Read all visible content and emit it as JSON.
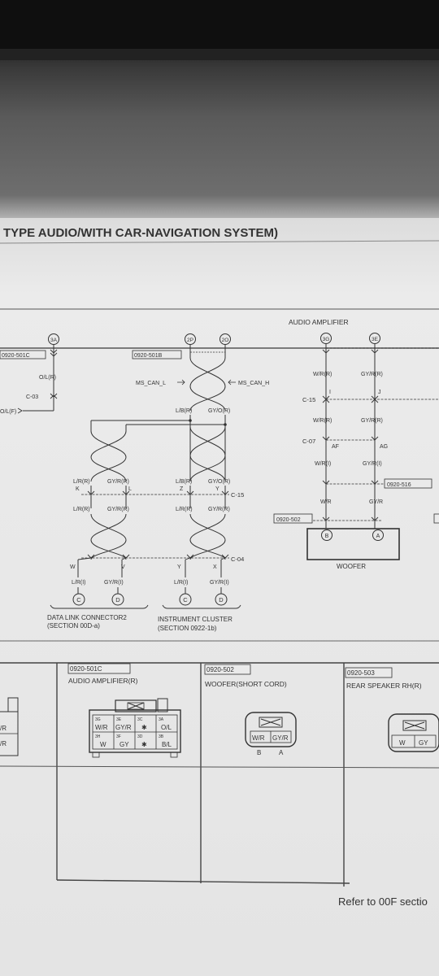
{
  "header": {
    "title": "TYPE AUDIO/WITH CAR-NAVIGATION SYSTEM)"
  },
  "audio_amplifier_title": "AUDIO AMPLIFIER",
  "terminals": {
    "t3a": "3A",
    "t2p": "2P",
    "t2o": "2O",
    "t3g": "3G",
    "t3e": "3E",
    "c": "C",
    "d": "D",
    "c2": "C",
    "d2": "D",
    "b": "B",
    "a": "A"
  },
  "connector_tags": {
    "c0920_501c": "0920-501C",
    "c0920_501b": "0920-501B",
    "c0920_516": "0920-516",
    "c0920_502": "0920-502"
  },
  "wires": {
    "ol_r": "O/L(R)",
    "ol_f": "O/L(F)",
    "c03": "C-03",
    "ms_can_l": "MS_CAN_L",
    "ms_can_h": "MS_CAN_H",
    "lb_r": "L/B(R)",
    "gyo_r": "GY/O(R)",
    "lb_r2": "L/B(R)",
    "gyo_r2": "GY/O(R)",
    "lr_r_a": "L/R(R)",
    "gyr_r_a": "GY/R(R)",
    "lr_r_b": "L/R(R)",
    "gyr_r_b": "GY/R(R)",
    "lr_r_c": "L/R(R)",
    "gyr_r_c": "GY/R(R)",
    "c15": "C-15",
    "c04": "C-04",
    "lr_i_a": "L/R(I)",
    "gyr_i_a": "GY/R(I)",
    "lr_i_b": "L/R(I)",
    "gyr_i_b": "GY/R(I)",
    "wr_r": "W/R(R)",
    "gyr_r_amp": "GY/R(R)",
    "c15b": "C-15",
    "wr_r2": "W/R(R)",
    "gyr_r_amp2": "GY/R(R)",
    "c07": "C-07",
    "af": "AF",
    "ag": "AG",
    "wr_i": "W/R(I)",
    "gyr_i_amp": "GY/R(I)",
    "wr": "W/R",
    "gyr": "GY/R"
  },
  "pins": {
    "k": "K",
    "l": "L",
    "z": "Z",
    "y": "Y",
    "w": "W",
    "v": "V",
    "y2": "Y",
    "x": "X",
    "i": "I",
    "j": "J"
  },
  "components": {
    "dlc_name": "DATA LINK CONNECTOR2",
    "dlc_section": "(SECTION 00D-a)",
    "ic_name": "INSTRUMENT CLUSTER",
    "ic_section": "(SECTION 0922-1b)",
    "woofer": "WOOFER"
  },
  "table": {
    "c1_code": "0920-501C",
    "c1_name": "AUDIO AMPLIFIER(R)",
    "c2_code": "0920-502",
    "c2_name": "WOOFER(SHORT CORD)",
    "c3_code": "0920-503",
    "c3_name": "REAR SPEAKER RH(R)",
    "left_r1": "/R",
    "left_r2": "/R",
    "p_3g": "3G",
    "p_3e": "3E",
    "p_3c": "3C",
    "p_3a": "3A",
    "p_wr": "W/R",
    "p_gyr": "GY/R",
    "p_star1": "✱",
    "p_ol": "O/L",
    "p_3h": "3H",
    "p_3f": "3F",
    "p_3d": "3D",
    "p_3b": "3B",
    "p_w": "W",
    "p_gy": "GY",
    "p_star2": "✱",
    "p_bl": "B/L",
    "wf_wr": "W/R",
    "wf_gyr": "GY/R",
    "wf_b": "B",
    "wf_a": "A",
    "rs_w": "W",
    "rs_gy": "GY"
  },
  "footer": {
    "refer": "Refer to 00F sectio"
  }
}
